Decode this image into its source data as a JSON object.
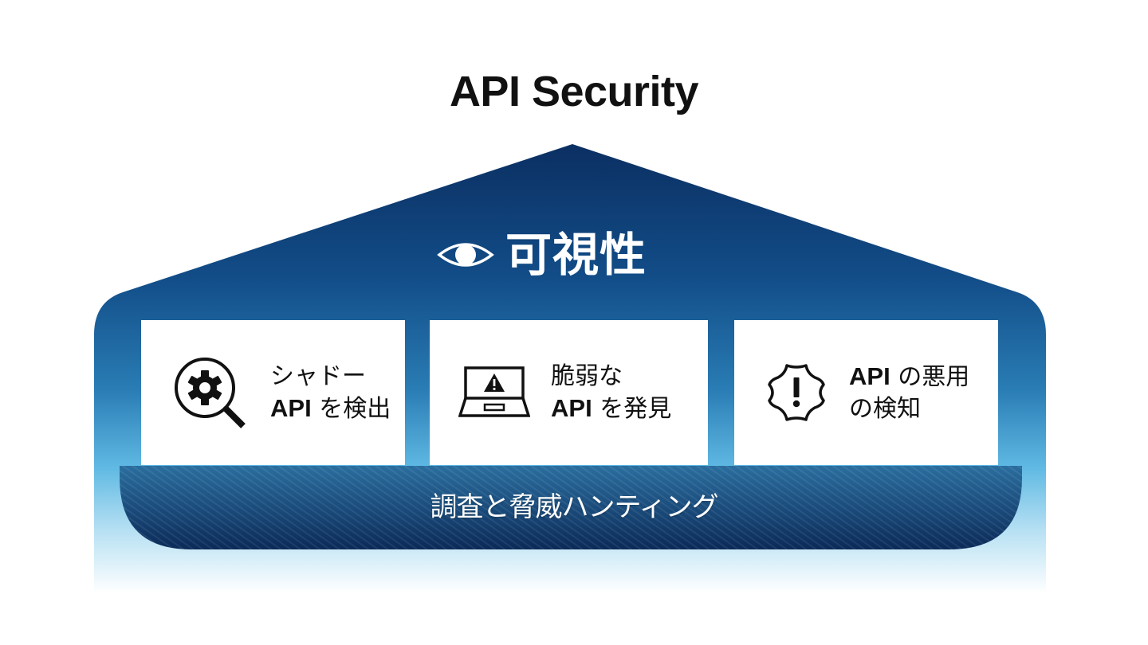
{
  "title": "API Security",
  "pillar": {
    "icon": "eye-icon",
    "label": "可視性"
  },
  "cards": [
    {
      "icon": "magnifier-gear-icon",
      "line1": "シャドー",
      "line2_latin": "API",
      "line2_rest": " を検出"
    },
    {
      "icon": "laptop-warning-icon",
      "line1": "脆弱な",
      "line2_latin": "API",
      "line2_rest": " を発見"
    },
    {
      "icon": "badge-alert-icon",
      "line1_latin": "API",
      "line1_rest": " の悪用",
      "line2": "の検知"
    }
  ],
  "base": {
    "label": "調査と脅威ハンティング"
  },
  "colors": {
    "roof_top": "#0b2f62",
    "roof_mid": "#1a5c98",
    "body_light": "#63bde6",
    "base_dark": "#0d2f5e",
    "text_dark": "#111111",
    "card_bg": "#ffffff"
  }
}
